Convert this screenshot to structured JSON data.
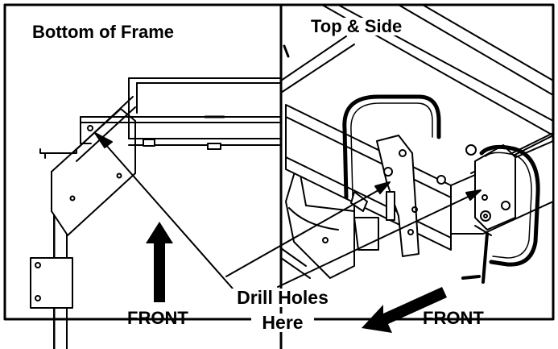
{
  "panels": {
    "left": {
      "title": "Bottom of Frame",
      "direction_label": "FRONT"
    },
    "right": {
      "title": "Top & Side",
      "direction_label": "FRONT"
    }
  },
  "callout": {
    "line1": "Drill Holes",
    "line2": "Here"
  },
  "colors": {
    "ink": "#000000",
    "background": "#ffffff"
  }
}
